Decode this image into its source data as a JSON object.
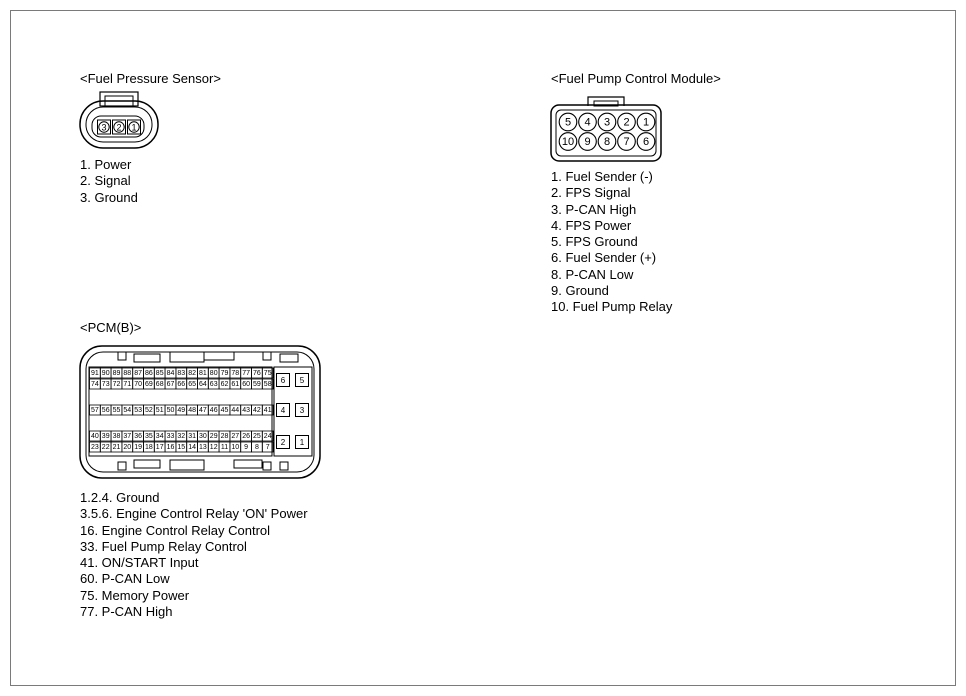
{
  "fps": {
    "title": "<Fuel Pressure Sensor>",
    "pins": [
      "3",
      "2",
      "1"
    ],
    "legend": [
      "1. Power",
      "2. Signal",
      "3. Ground"
    ]
  },
  "fpcm": {
    "title": "<Fuel Pump Control Module>",
    "top_pins": [
      "5",
      "4",
      "3",
      "2",
      "1"
    ],
    "bottom_pins": [
      "10",
      "9",
      "8",
      "7",
      "6"
    ],
    "legend": [
      "1. Fuel Sender (-)",
      "2. FPS Signal",
      "3. P-CAN High",
      "4. FPS Power",
      "5. FPS Ground",
      "6. Fuel Sender (+)",
      "8. P-CAN Low",
      "9. Ground",
      "10. Fuel Pump Relay"
    ]
  },
  "pcm": {
    "title": "<PCM(B)>",
    "rows": [
      [
        "91",
        "90",
        "89",
        "88",
        "87",
        "86",
        "85",
        "84",
        "83",
        "82",
        "81",
        "80",
        "79",
        "78",
        "77",
        "76",
        "75"
      ],
      [
        "74",
        "73",
        "72",
        "71",
        "70",
        "69",
        "68",
        "67",
        "66",
        "65",
        "64",
        "63",
        "62",
        "61",
        "60",
        "59",
        "58"
      ],
      [
        "57",
        "56",
        "55",
        "54",
        "53",
        "52",
        "51",
        "50",
        "49",
        "48",
        "47",
        "46",
        "45",
        "44",
        "43",
        "42",
        "41"
      ],
      [
        "40",
        "39",
        "38",
        "37",
        "36",
        "35",
        "34",
        "33",
        "32",
        "31",
        "30",
        "29",
        "28",
        "27",
        "26",
        "25",
        "24"
      ],
      [
        "23",
        "22",
        "21",
        "20",
        "19",
        "18",
        "17",
        "16",
        "15",
        "14",
        "13",
        "12",
        "11",
        "10",
        "9",
        "8",
        "7"
      ]
    ],
    "power_pins": [
      [
        "6",
        "5"
      ],
      [
        "4",
        "3"
      ],
      [
        "2",
        "1"
      ]
    ],
    "legend": [
      "1.2.4. Ground",
      "3.5.6. Engine Control Relay 'ON' Power",
      "16. Engine Control Relay Control",
      "33. Fuel Pump Relay Control",
      "41. ON/START Input",
      "60. P-CAN Low",
      "75. Memory Power",
      "77. P-CAN High"
    ]
  }
}
